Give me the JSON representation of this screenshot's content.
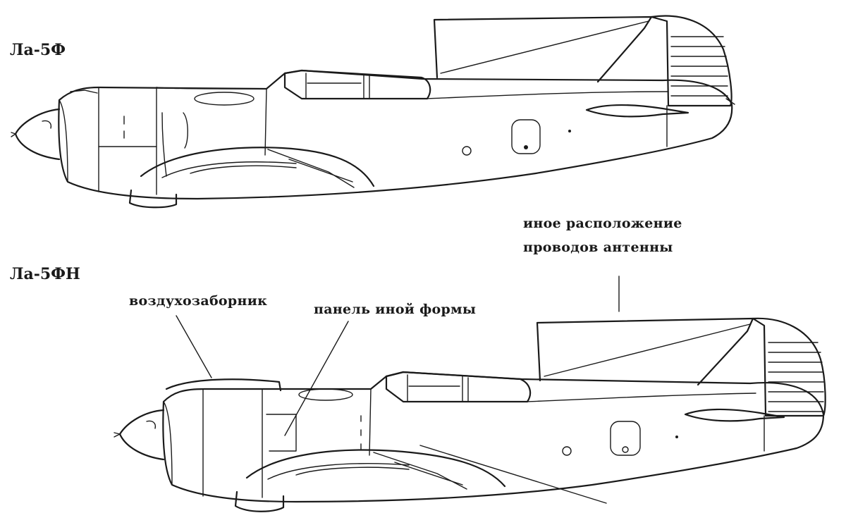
{
  "aircraft": {
    "top_model": "Ла-5Ф",
    "bottom_model": "Ла-5ФН"
  },
  "callouts": {
    "intake": "воздухозаборник",
    "panel": "панель иной формы",
    "antenna_line1": "иное   расположение",
    "antenna_line2": "проводов антенны"
  },
  "colors": {
    "ink": "#1a1a1a",
    "background": "#ffffff"
  }
}
